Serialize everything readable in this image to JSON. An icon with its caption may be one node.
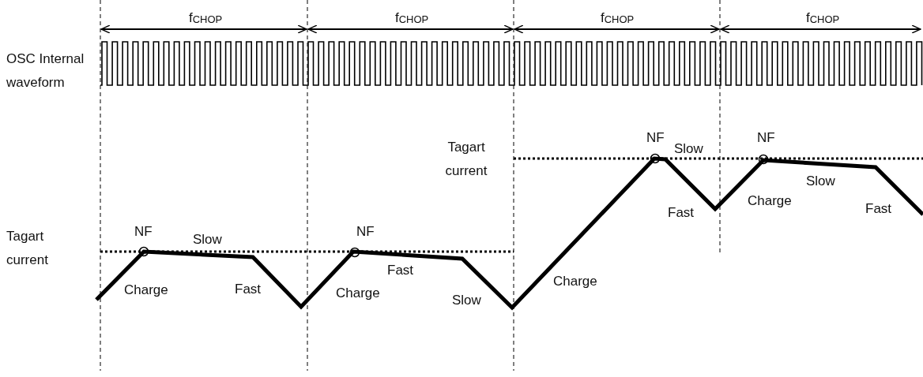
{
  "diagram": {
    "labels": [
      "f$_{CHOP}$",
      "f$_{CHOP}$",
      "f$_{CHOP}$",
      "f$_{CHOP}$",
      "OSC Internal waveform",
      "Tagart current",
      "NF",
      "Slow",
      "NF",
      "Slow",
      "Fast",
      "Charge",
      "Fast",
      "Tagart current",
      "NF",
      "Slow",
      "NF",
      "Fast",
      "Charge",
      "Fast",
      "Charge",
      "Slow",
      "Charge"
    ]
  }
}
